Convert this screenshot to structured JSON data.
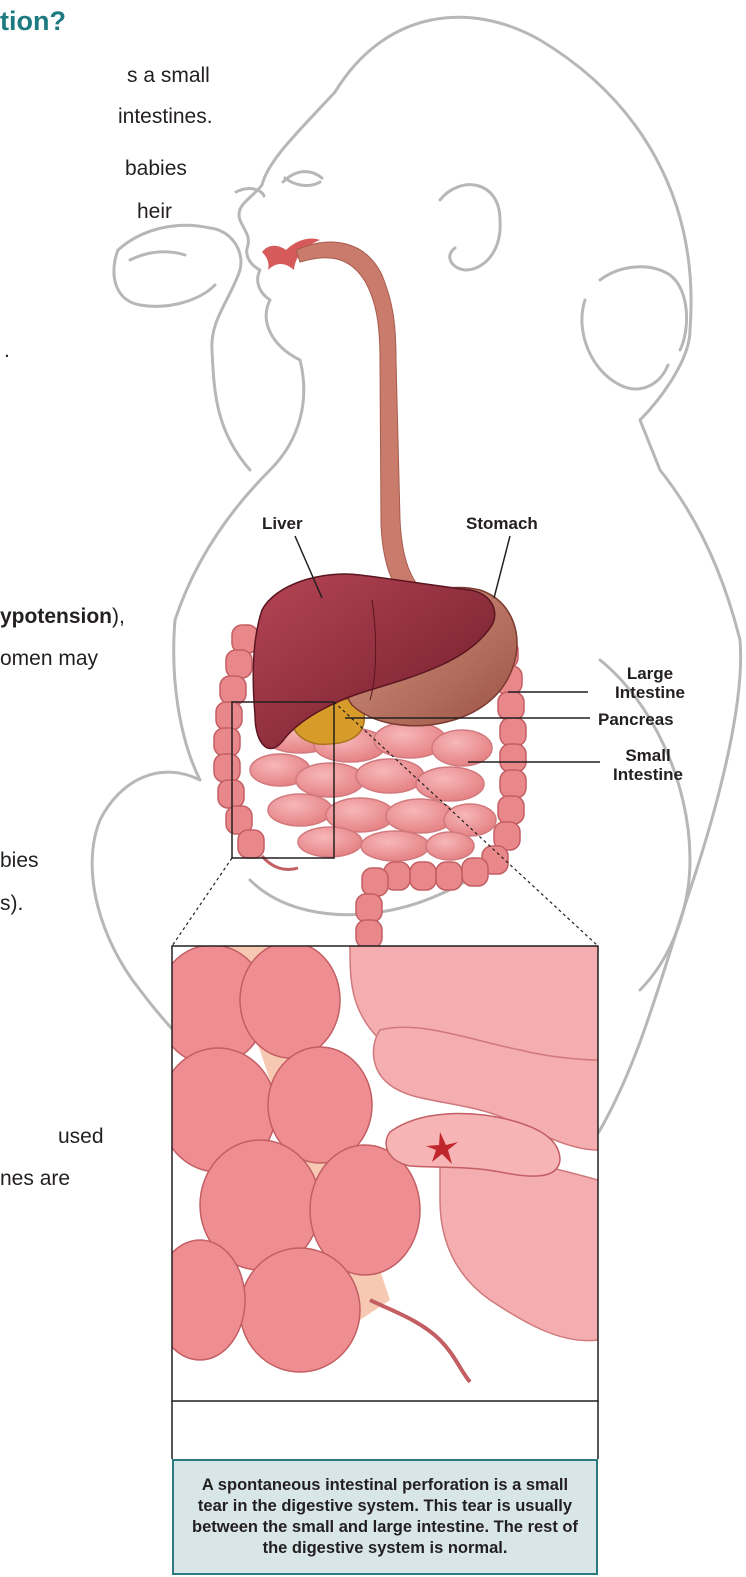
{
  "heading": {
    "text": "tion?"
  },
  "body_text": {
    "lines": [
      "s a small",
      "intestines.",
      "babies",
      "heir",
      ".",
      "ypotension),",
      "omen may",
      "bies",
      "s).",
      "used",
      "nes are"
    ],
    "bold_term": "ypotension",
    "bold_term_suffix": "),"
  },
  "labels": {
    "liver": "Liver",
    "stomach": "Stomach",
    "large_intestine_1": "Large",
    "large_intestine_2": "Intestine",
    "pancreas": "Pancreas",
    "small_intestine_1": "Small",
    "small_intestine_2": "Intestine"
  },
  "caption": {
    "text": "A spontaneous intestinal perforation is a small tear in the digestive system. This tear is usually between the small and large intestine. The rest of the digestive system is normal."
  },
  "colors": {
    "heading": "#1c7a80",
    "outline": "#b7b7b7",
    "liver": "#8e2a38",
    "stomach": "#b86f5e",
    "intestine": "#e98b8d",
    "pancreas": "#d79b2a",
    "caption_bg": "#d8e6e8",
    "caption_border": "#2c7a80"
  }
}
